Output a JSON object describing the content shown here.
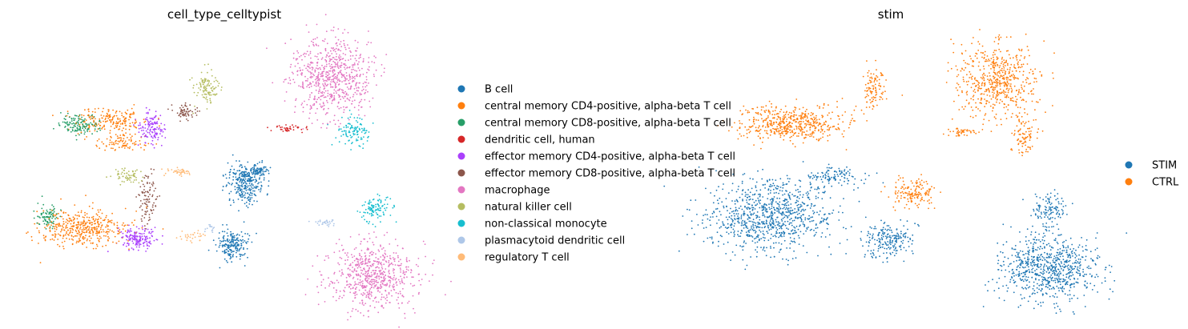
{
  "chart_data": [
    {
      "type": "scatter",
      "title": "cell_type_celltypist",
      "xlabel": "",
      "ylabel": "",
      "grid": false,
      "legend_position": "right",
      "series": [
        {
          "name": "B cell",
          "color": "#1f77b4"
        },
        {
          "name": "central memory CD4-positive, alpha-beta T cell",
          "color": "#ff7f0e"
        },
        {
          "name": "central memory CD8-positive, alpha-beta T cell",
          "color": "#279e68"
        },
        {
          "name": "dendritic cell, human",
          "color": "#d62728"
        },
        {
          "name": "effector memory CD4-positive, alpha-beta T cell",
          "color": "#aa40fc"
        },
        {
          "name": "effector memory CD8-positive, alpha-beta T cell",
          "color": "#8c564b"
        },
        {
          "name": "macrophage",
          "color": "#e377c2"
        },
        {
          "name": "natural killer cell",
          "color": "#b5bd61"
        },
        {
          "name": "non-classical monocyte",
          "color": "#17becf"
        },
        {
          "name": "plasmacytoid dendritic cell",
          "color": "#aec7e8"
        },
        {
          "name": "regulatory T cell",
          "color": "#ffbb78"
        }
      ]
    },
    {
      "type": "scatter",
      "title": "stim",
      "xlabel": "",
      "ylabel": "",
      "grid": false,
      "legend_position": "right",
      "series": [
        {
          "name": "STIM",
          "color": "#1f77b4"
        },
        {
          "name": "CTRL",
          "color": "#ff7f0e"
        }
      ]
    }
  ]
}
